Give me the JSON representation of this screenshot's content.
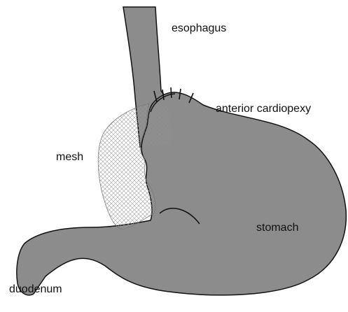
{
  "labels": {
    "esophagus": "esophagus",
    "cardiopexy": "anterior cardiopexy",
    "mesh": "mesh",
    "stomach": "stomach",
    "duodenum": "duodenum"
  },
  "colors": {
    "organ_fill": "#8c8c8c",
    "outline": "#111111",
    "mesh_fill": "#ffffff",
    "mesh_hatch": "#9a9a9a",
    "background": "#ffffff"
  },
  "figure": {
    "suture_count": 5
  }
}
